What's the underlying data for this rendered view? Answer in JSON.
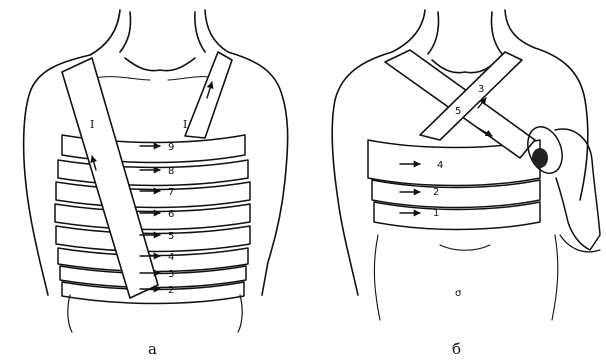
{
  "panel_a": {
    "caption": "а",
    "diagonal_label": "I",
    "shoulder_label": "I",
    "turns": [
      "9",
      "8",
      "7",
      "6",
      "5",
      "4",
      "3",
      "2"
    ]
  },
  "panel_b": {
    "caption": "б",
    "turns": [
      "1",
      "2",
      "4"
    ],
    "crossing_labels": [
      "5",
      "3"
    ],
    "navel_mark": "σ"
  }
}
